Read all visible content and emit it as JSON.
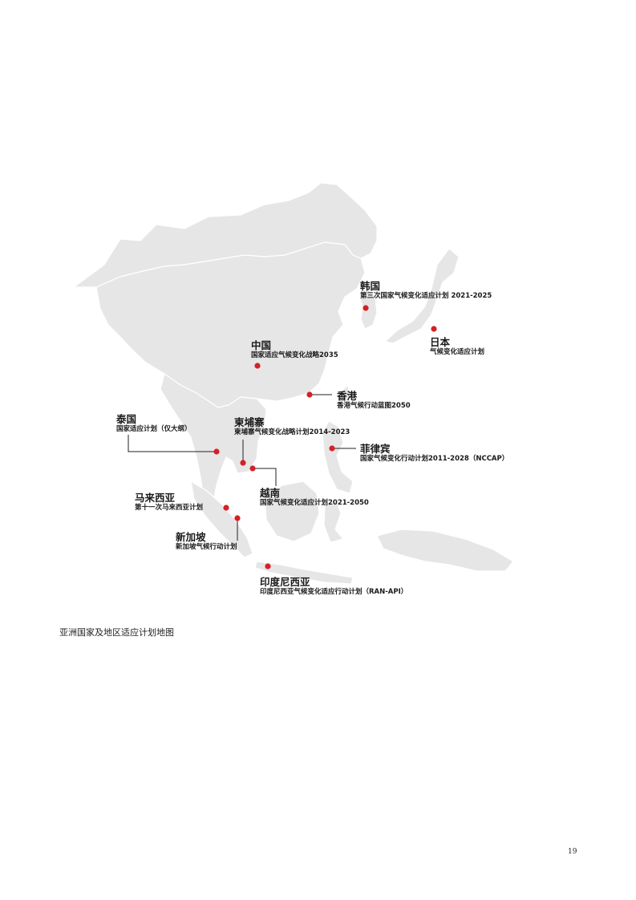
{
  "caption": "亚洲国家及地区适应计划地图",
  "page_number": "19",
  "colors": {
    "land": "#e6e6e6",
    "marker": "#d62027",
    "text": "#1a1a1a"
  },
  "markers": [
    {
      "id": "korea",
      "name": "韩国",
      "plan": "第三次国家气候变化适应计划 2021-2025"
    },
    {
      "id": "japan",
      "name": "日本",
      "plan": "气候变化适应计划"
    },
    {
      "id": "china",
      "name": "中国",
      "plan": "国家适应气候变化战略2035"
    },
    {
      "id": "hongkong",
      "name": "香港",
      "plan": "香港气候行动蓝图2050"
    },
    {
      "id": "thailand",
      "name": "泰国",
      "plan": "国家适应计划（仅大纲）"
    },
    {
      "id": "cambodia",
      "name": "柬埔寨",
      "plan": "柬埔寨气候变化战略计划2014-2023"
    },
    {
      "id": "philippines",
      "name": "菲律宾",
      "plan": "国家气候变化行动计划2011-2028（NCCAP）"
    },
    {
      "id": "vietnam",
      "name": "越南",
      "plan": "国家气候变化适应计划2021-2050"
    },
    {
      "id": "malaysia",
      "name": "马来西亚",
      "plan": "第十一次马来西亚计划"
    },
    {
      "id": "singapore",
      "name": "新加坡",
      "plan": "新加坡气候行动计划"
    },
    {
      "id": "indonesia",
      "name": "印度尼西亚",
      "plan": "印度尼西亚气候变化适应行动计划（RAN-API）"
    }
  ]
}
